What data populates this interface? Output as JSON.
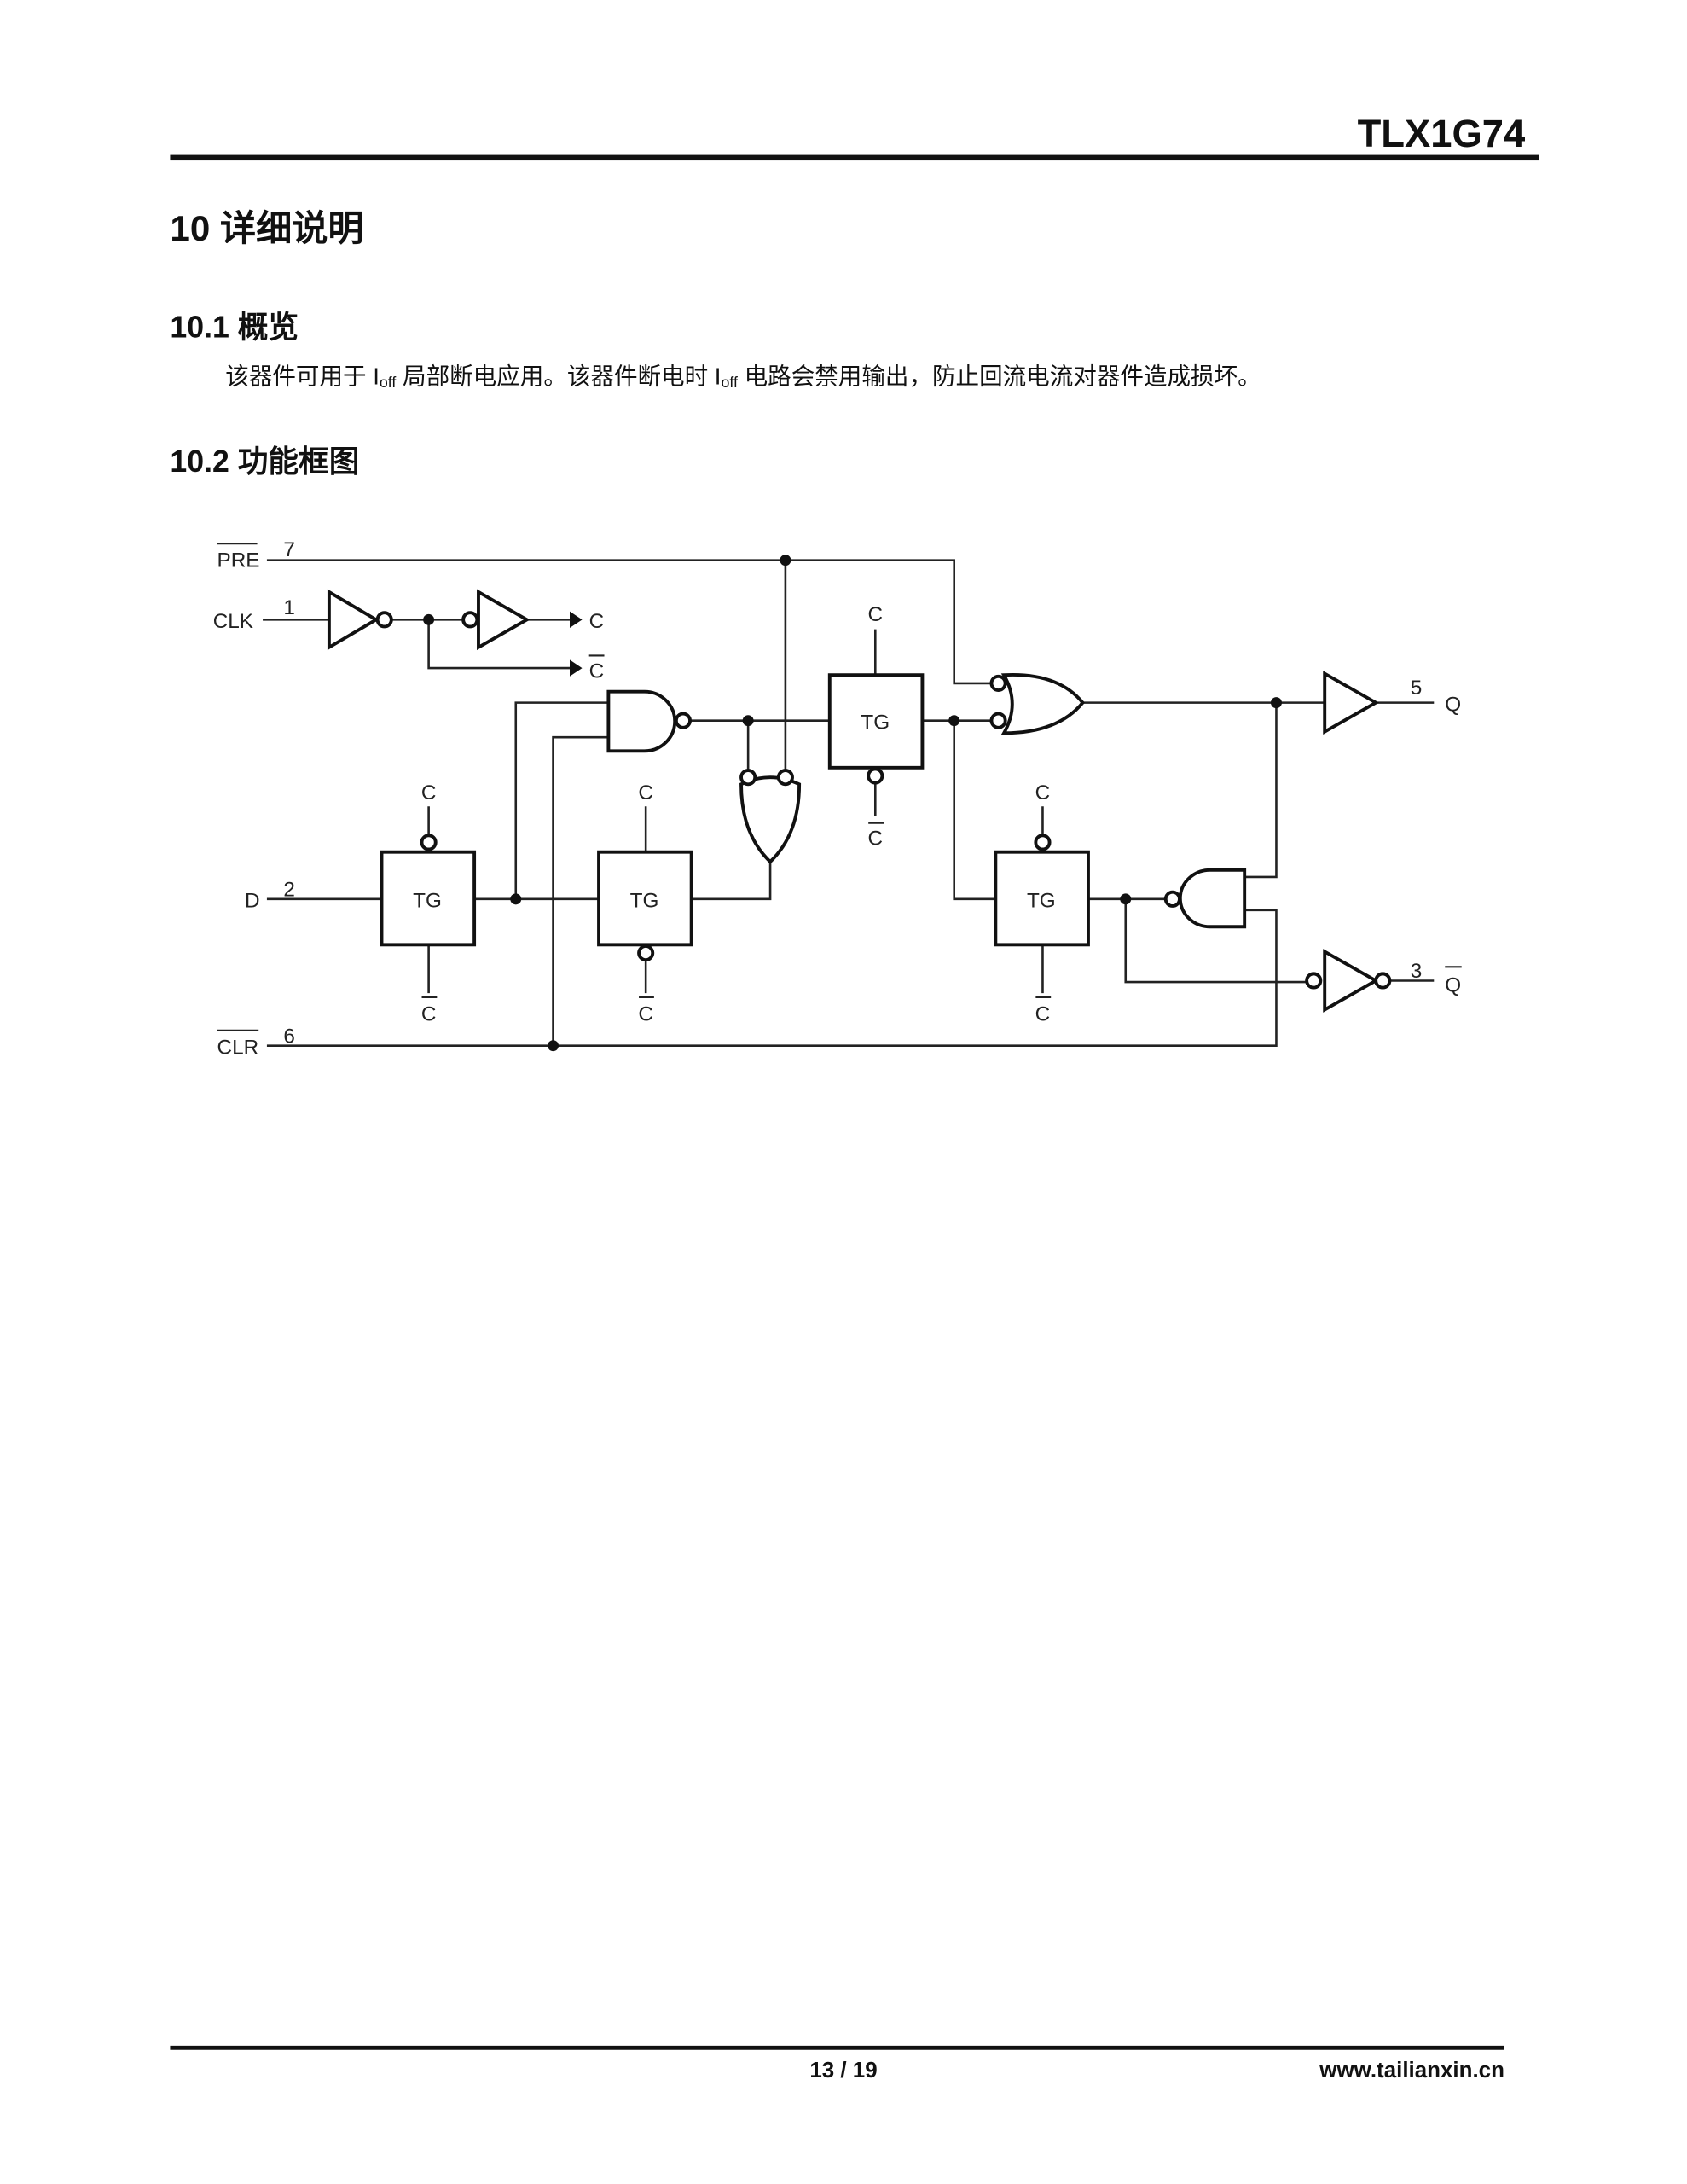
{
  "header": {
    "doc_id": "TLX1G74"
  },
  "section": {
    "title": "10 详细说明"
  },
  "overview": {
    "title": "10.1 概览",
    "p1": "该器件可用于 I",
    "sub1": "off",
    "p2": " 局部断电应用。该器件断电时 I",
    "sub2": "off",
    "p3": " 电路会禁用输出，防止回流电流对器件造成损坏。"
  },
  "block_diagram": {
    "title": "10.2 功能框图",
    "pins": {
      "pre": "PRE",
      "pre_num": "7",
      "clk": "CLK",
      "clk_num": "1",
      "d": "D",
      "d_num": "2",
      "clr": "CLR",
      "clr_num": "6",
      "q": "Q",
      "q_num": "5",
      "qbar": "Q",
      "qbar_num": "3"
    },
    "tg": "TG",
    "c": "C",
    "cbar": "C"
  },
  "footer": {
    "page": "13 / 19",
    "website": "www.tailianxin.cn"
  }
}
